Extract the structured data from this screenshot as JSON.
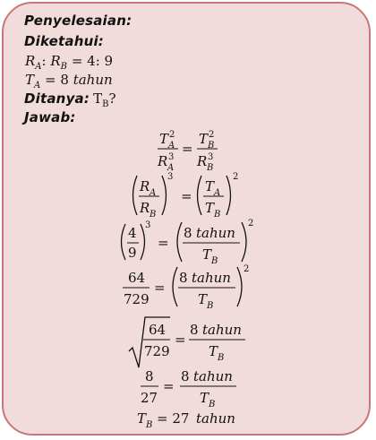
{
  "labels": {
    "solution": "Penyelesaian:",
    "given": "Diketahui:",
    "asked": "Ditanya:",
    "answer": "Jawab:"
  },
  "given": {
    "ratio_lhs_a": "R",
    "ratio_sub_a": "A",
    "ratio_colon": ":",
    "ratio_lhs_b": "R",
    "ratio_sub_b": "B",
    "ratio_rhs": "= 4: 9",
    "ta_sym": "T",
    "ta_sub": "A",
    "ta_rhs": "= 8",
    "ta_unit": "tahun"
  },
  "asked": {
    "sym": "T",
    "sub": "B",
    "q": "?"
  },
  "steps": {
    "s1": {
      "T": "T",
      "A": "A",
      "B": "B",
      "R": "R",
      "two": "2",
      "three": "3",
      "eq": "="
    },
    "s2": {
      "R": "R",
      "T": "T",
      "A": "A",
      "B": "B",
      "three": "3",
      "two": "2",
      "eq": "="
    },
    "s3": {
      "num4": "4",
      "num9": "9",
      "three": "3",
      "two": "2",
      "eq": "=",
      "eight": "8",
      "tahun": "tahun",
      "T": "T",
      "B": "B"
    },
    "s4": {
      "n64": "64",
      "n729": "729",
      "eq": "=",
      "eight": "8",
      "tahun": "tahun",
      "T": "T",
      "B": "B",
      "two": "2"
    },
    "s5": {
      "n64": "64",
      "n729": "729",
      "eq": "=",
      "eight": "8",
      "tahun": "tahun",
      "T": "T",
      "B": "B"
    },
    "s6": {
      "n8": "8",
      "n27": "27",
      "eq": "=",
      "eight": "8",
      "tahun": "tahun",
      "T": "T",
      "B": "B"
    },
    "s7": {
      "T": "T",
      "B": "B",
      "rhs": "= 27",
      "tahun": "tahun"
    }
  }
}
